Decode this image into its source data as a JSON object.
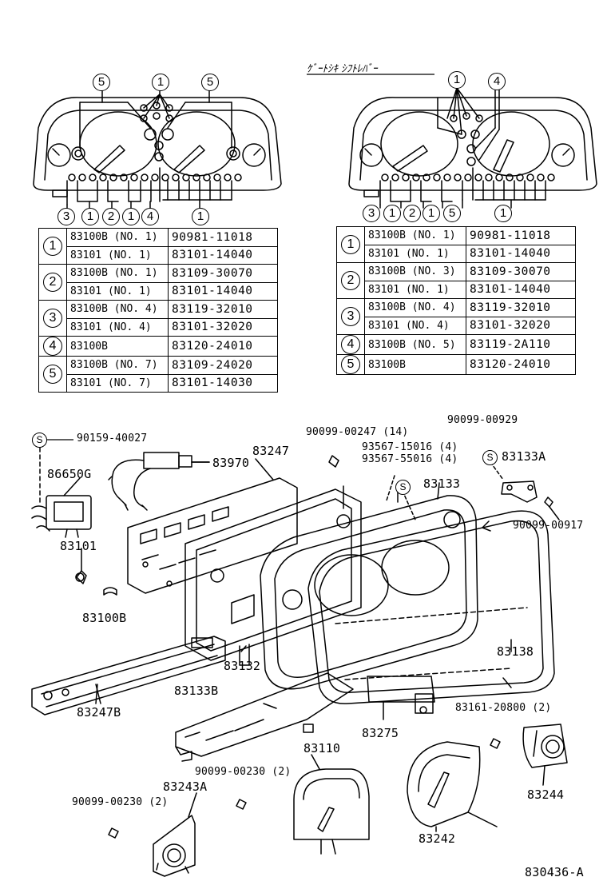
{
  "header": {
    "title": "ｹﾞｰﾄｼｷ ｼﾌﾄﾚﾊﾞｰ"
  },
  "left_cluster_callouts": {
    "top": [
      "5",
      "1",
      "5"
    ],
    "bottom": [
      "3",
      "1",
      "2",
      "1",
      "4",
      "1"
    ]
  },
  "right_cluster_callouts": {
    "top": [
      "1",
      "4"
    ],
    "bottom": [
      "3",
      "1",
      "2",
      "1",
      "5",
      "1"
    ]
  },
  "left_table": [
    {
      "idx": "1",
      "rows": [
        [
          "83100B (NO. 1)",
          "90981-11018"
        ],
        [
          "83101 (NO. 1)",
          "83101-14040"
        ]
      ]
    },
    {
      "idx": "2",
      "rows": [
        [
          "83100B (NO. 1)",
          "83109-30070"
        ],
        [
          "83101 (NO. 1)",
          "83101-14040"
        ]
      ]
    },
    {
      "idx": "3",
      "rows": [
        [
          "83100B (NO. 4)",
          "83119-32010"
        ],
        [
          "83101 (NO. 4)",
          "83101-32020"
        ]
      ]
    },
    {
      "idx": "4",
      "rows": [
        [
          "83100B",
          "83120-24010"
        ]
      ]
    },
    {
      "idx": "5",
      "rows": [
        [
          "83100B (NO. 7)",
          "83109-24020"
        ],
        [
          "83101 (NO. 7)",
          "83101-14030"
        ]
      ]
    }
  ],
  "right_table": [
    {
      "idx": "1",
      "rows": [
        [
          "83100B (NO. 1)",
          "90981-11018"
        ],
        [
          "83101 (NO. 1)",
          "83101-14040"
        ]
      ]
    },
    {
      "idx": "2",
      "rows": [
        [
          "83100B (NO. 3)",
          "83109-30070"
        ],
        [
          "83101 (NO. 1)",
          "83101-14040"
        ]
      ]
    },
    {
      "idx": "3",
      "rows": [
        [
          "83100B (NO. 4)",
          "83119-32010"
        ],
        [
          "83101 (NO. 4)",
          "83101-32020"
        ]
      ]
    },
    {
      "idx": "4",
      "rows": [
        [
          "83100B (NO. 5)",
          "83119-2A110"
        ]
      ]
    },
    {
      "idx": "5",
      "rows": [
        [
          "83100B",
          "83120-24010"
        ]
      ]
    }
  ],
  "parts": {
    "p90159": "90159-40027",
    "p86650g": "86650G",
    "p83970": "83970",
    "p83247": "83247",
    "p90099_247": "90099-00247 (14)",
    "p90099_929": "90099-00929",
    "p93567_15016": "93567-15016 (4)",
    "p93567_55016": "93567-55016 (4)",
    "p83133": "83133",
    "p83133a": "83133A",
    "p90099_917": "90099-00917",
    "p83101": "83101",
    "p83100b": "83100B",
    "p83132": "83132",
    "p83138": "83138",
    "p83247b": "83247B",
    "p83133b": "83133B",
    "p83275": "83275",
    "p83161": "83161-20800 (2)",
    "p83110": "83110",
    "p90099_230a": "90099-00230 (2)",
    "p83243a": "83243A",
    "p90099_230b": "90099-00230 (2)",
    "p83244": "83244",
    "p83242": "83242",
    "s_symbol": "S"
  },
  "footer": {
    "code": "830436-A"
  }
}
